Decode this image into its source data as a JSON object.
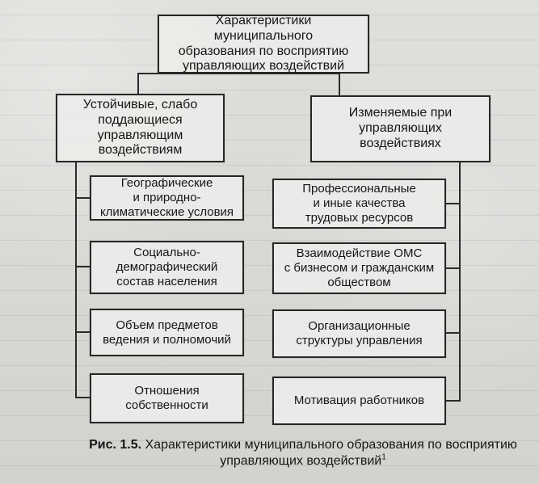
{
  "diagram": {
    "root": "Характеристики муниципального\nобразования по восприятию\nуправляющих воздействий",
    "left_group": "Устойчивые, слабо\nподдающиеся\nуправляющим\nвоздействиям",
    "right_group": "Изменяемые при\nуправляющих\nвоздействиях",
    "left_items": [
      "Географические\nи природно-\nклиматические условия",
      "Социально-\nдемографический\nсостав населения",
      "Объем предметов\nведения и полномочий",
      "Отношения\nсобственности"
    ],
    "right_items": [
      "Профессиональные\nи иные качества\nтрудовых ресурсов",
      "Взаимодействие ОМС\nс бизнесом и гражданским\nобществом",
      "Организационные\nструктуры управления",
      "Мотивация работников"
    ]
  },
  "caption": {
    "label": "Рис. 1.5.",
    "text": " Характеристики муниципального образования по восприятию",
    "text_line2": "управляющих воздействий",
    "superscript": "1"
  }
}
